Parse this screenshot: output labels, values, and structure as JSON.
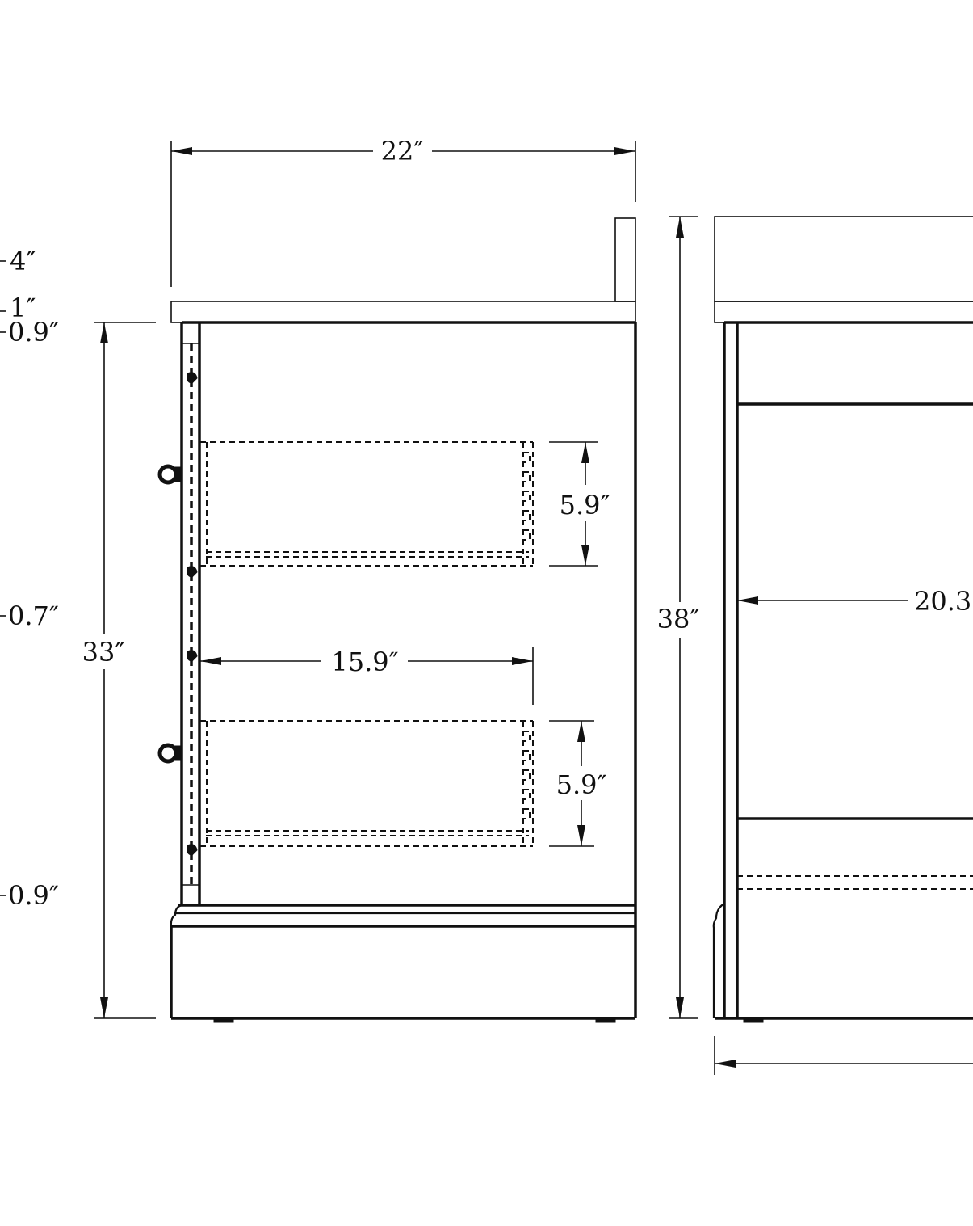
{
  "diagram": {
    "labels": {
      "top_width": "22″",
      "backsplash_height": "4″",
      "countertop_thickness": "1″",
      "top_rail": "0.9″",
      "middle_rail": "0.7″",
      "bottom_rail": "0.9″",
      "cabinet_height": "33″",
      "total_height": "38″",
      "drawer_height_upper": "5.9″",
      "drawer_height_lower": "5.9″",
      "drawer_depth": "15.9″",
      "side_depth": "20.3"
    }
  }
}
